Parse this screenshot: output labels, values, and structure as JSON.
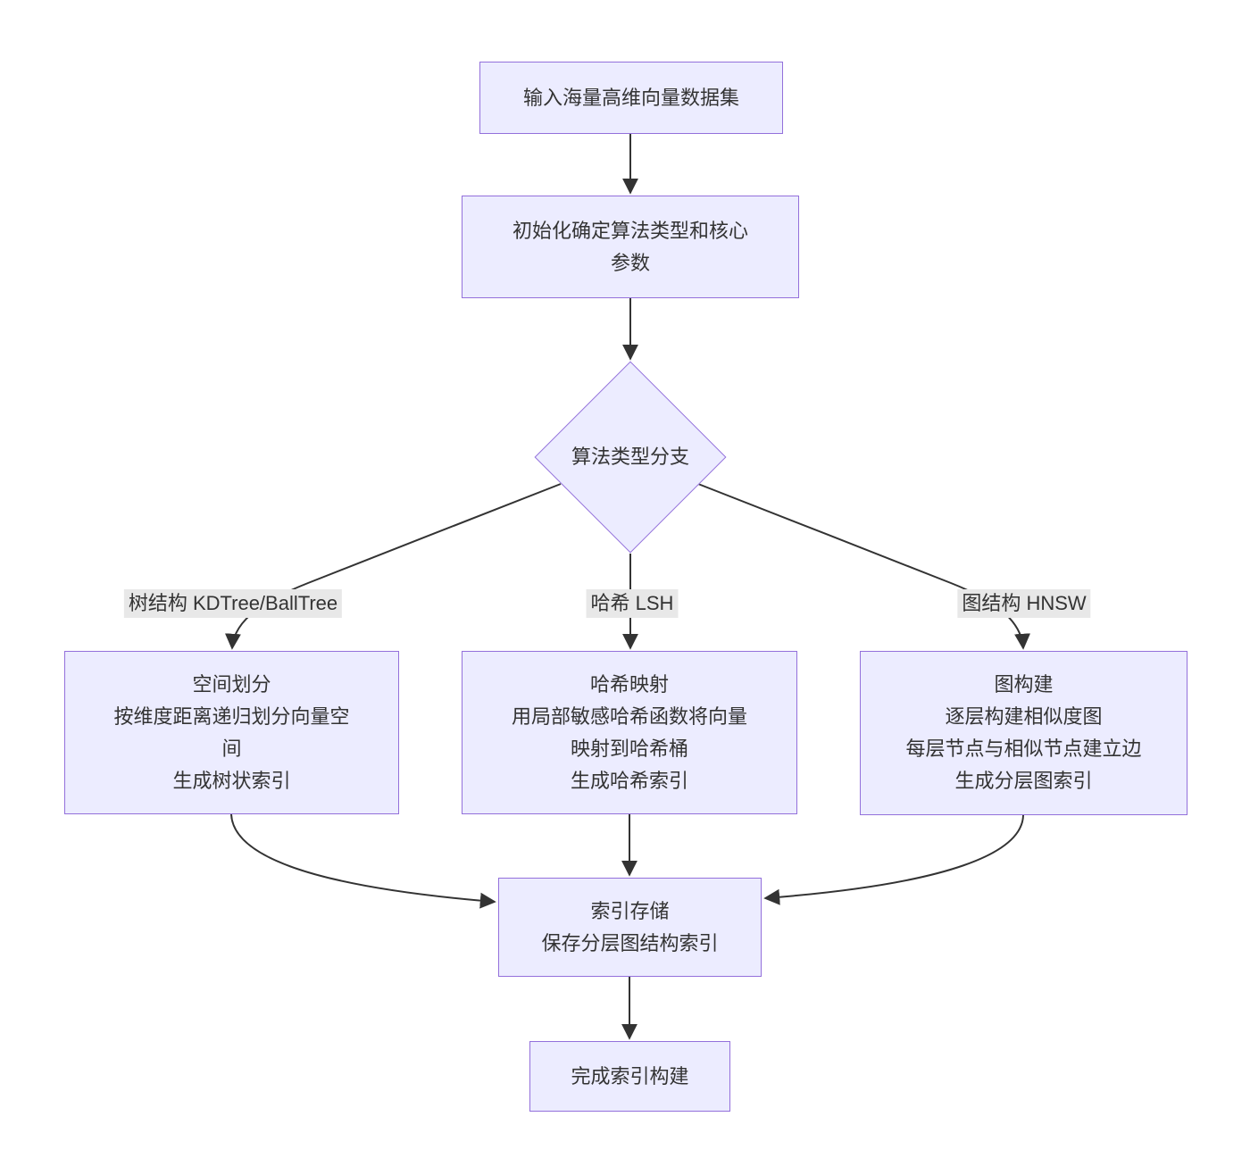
{
  "diagram": {
    "type": "flowchart",
    "colors": {
      "node_fill": "#ECECFF",
      "node_border": "#9370DB",
      "edge_color": "#333333",
      "text_color": "#333333",
      "label_bg": "#e8e8e8",
      "canvas_bg": "#ffffff"
    }
  },
  "nodes": {
    "input": {
      "lines": [
        "输入海量高维向量数据集"
      ]
    },
    "init": {
      "lines": [
        "初始化确定算法类型和核心",
        "参数"
      ]
    },
    "decision": {
      "lines": [
        "算法类型分支"
      ]
    },
    "tree": {
      "lines": [
        "空间划分",
        "按维度距离递归划分向量空",
        "间",
        "生成树状索引"
      ]
    },
    "hash": {
      "lines": [
        "哈希映射",
        "用局部敏感哈希函数将向量",
        "映射到哈希桶",
        "生成哈希索引"
      ]
    },
    "graph": {
      "lines": [
        "图构建",
        "逐层构建相似度图",
        "每层节点与相似节点建立边",
        "生成分层图索引"
      ]
    },
    "store": {
      "lines": [
        "索引存储",
        "保存分层图结构索引"
      ]
    },
    "done": {
      "lines": [
        "完成索引构建"
      ]
    }
  },
  "edge_labels": {
    "tree": "树结构 KDTree/BallTree",
    "hash": "哈希 LSH",
    "graph": "图结构 HNSW"
  }
}
